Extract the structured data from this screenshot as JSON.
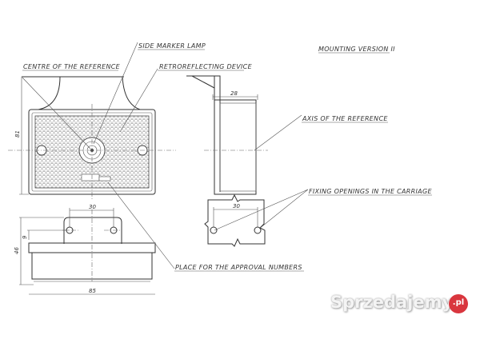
{
  "labels": {
    "side_marker_lamp": "SIDE MARKER LAMP",
    "centre_of_reference": "CENTRE OF THE REFERENCE",
    "retroreflecting_device": "RETROREFLECTING DEVICE",
    "mounting_version": "MOUNTING VERSION II",
    "axis_of_reference": "AXIS OF THE REFERENCE",
    "fixing_openings": "FIXING OPENINGS IN THE CARRIAGE",
    "approval_numbers": "PLACE FOR THE APPROVAL NUMBERS"
  },
  "dimensions": {
    "height": "81",
    "depth": "28",
    "hole_spacing_side": "30",
    "hole_spacing_plate": "30",
    "total_height": "46",
    "hole_offset": "9",
    "width": "85"
  },
  "watermark": {
    "text": "Sprzedajemy",
    "badge": ".pl",
    "badge_color": "#d9363e"
  }
}
